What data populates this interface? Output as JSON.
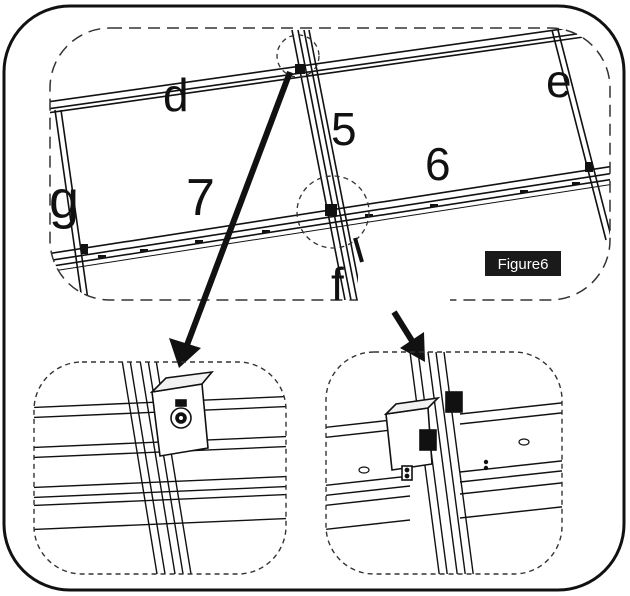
{
  "labels": {
    "d": "d",
    "e": "e",
    "g": "g",
    "f": "f",
    "panel_5": "5",
    "panel_6": "6",
    "panel_7": "7"
  },
  "figure_tag": "Figure6",
  "colors": {
    "line": "#111111",
    "dashed": "#333333",
    "tag_bg": "#1a1a1a",
    "tag_text": "#ffffff"
  }
}
